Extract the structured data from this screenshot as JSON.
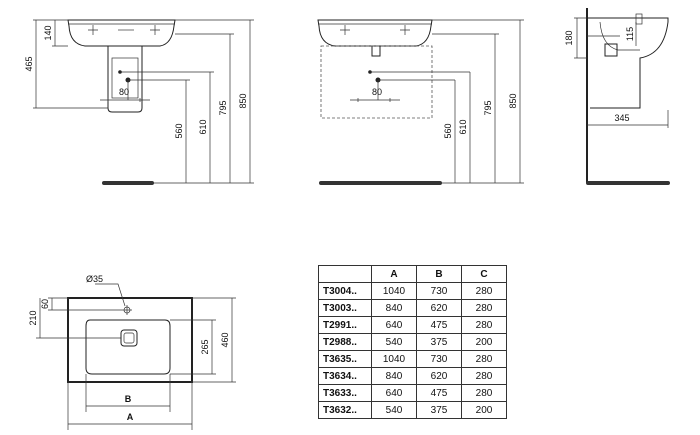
{
  "views": {
    "front_pedestal": {
      "dims": [
        "140",
        "465",
        "80",
        "560",
        "610",
        "795",
        "850"
      ]
    },
    "front_wall": {
      "dims": [
        "80",
        "560",
        "610",
        "795",
        "850"
      ]
    },
    "side": {
      "dims": [
        "180",
        "115",
        "345"
      ]
    },
    "top": {
      "dims": [
        "Ø35",
        "60",
        "210",
        "265",
        "460",
        "B",
        "A"
      ]
    }
  },
  "table": {
    "headers": [
      "",
      "A",
      "B",
      "C"
    ],
    "rows": [
      [
        "T3004..",
        "1040",
        "730",
        "280"
      ],
      [
        "T3003..",
        "840",
        "620",
        "280"
      ],
      [
        "T2991..",
        "640",
        "475",
        "280"
      ],
      [
        "T2988..",
        "540",
        "375",
        "200"
      ],
      [
        "T3635..",
        "1040",
        "730",
        "280"
      ],
      [
        "T3634..",
        "840",
        "620",
        "280"
      ],
      [
        "T3633..",
        "640",
        "475",
        "280"
      ],
      [
        "T3632..",
        "540",
        "375",
        "200"
      ]
    ]
  }
}
